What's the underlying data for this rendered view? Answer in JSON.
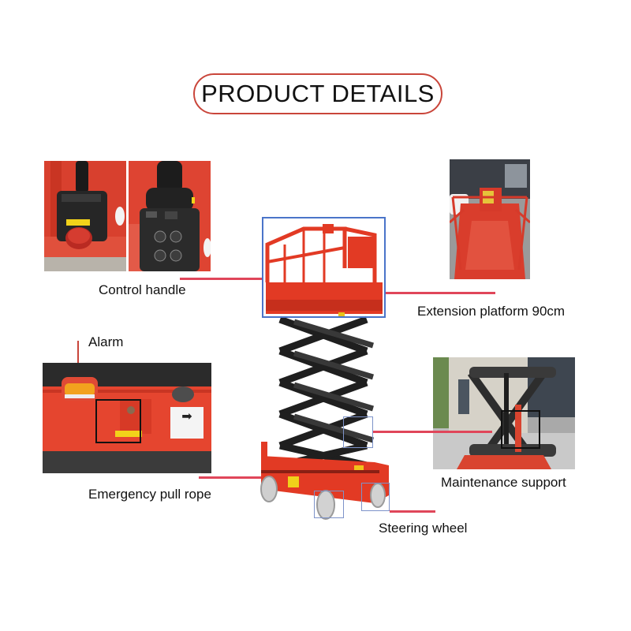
{
  "title": "PRODUCT DETAILS",
  "colors": {
    "accent_red": "#e0465a",
    "pill_border": "#c9453a",
    "machine_red": "#e23a24",
    "scissor_black": "#1f1f1f",
    "highlight_blue": "#4a74c9"
  },
  "callouts": [
    {
      "id": "control-handle",
      "label": "Control handle"
    },
    {
      "id": "extension-platform",
      "label": "Extension platform 90cm"
    },
    {
      "id": "alarm",
      "label": "Alarm"
    },
    {
      "id": "emergency-pull-rope",
      "label": "Emergency pull rope"
    },
    {
      "id": "maintenance-support",
      "label": "Maintenance support"
    },
    {
      "id": "steering-wheel",
      "label": "Steering wheel"
    }
  ],
  "photos": {
    "control_handle_left": "emergency stop joystick box",
    "control_handle_right": "joystick control panel with mode buttons",
    "extension_platform": "red platform deck with guardrails",
    "alarm_emergency": "amber alarm light and emergency pull rope housing",
    "maintenance_support": "scissor arms with maintenance support bar",
    "main_machine": "red self-propelled scissor lift"
  },
  "sticker": {
    "arrow": "➡"
  }
}
